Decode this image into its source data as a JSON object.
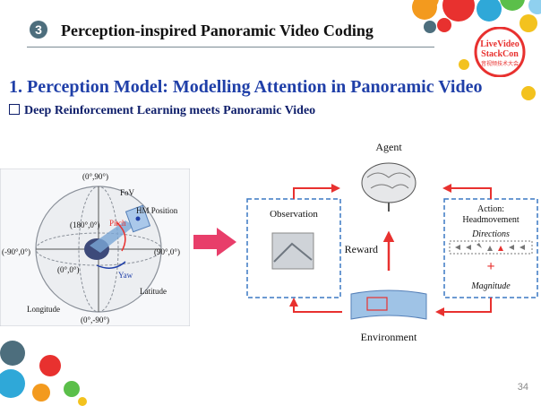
{
  "header": {
    "section_number": "3",
    "section_title": "Perception-inspired Panoramic Video Coding"
  },
  "logo": {
    "line1": "LiveVideo",
    "line2": "StackCon",
    "line3": "音视频技术大会"
  },
  "main_title": "1. Perception Model: Modelling Attention in Panoramic Video",
  "subtitle": "Deep Reinforcement Learning meets Panoramic Video",
  "sphere_figure": {
    "labels": {
      "top": "(0°,90°)",
      "fov": "FoV",
      "hm_position": "HM Position",
      "back": "(180°,0°)",
      "pitch": "Pitch",
      "left": "(-90°,0°)",
      "right": "(90°,0°)",
      "yaw": "Yaw",
      "center": "(0°,0°)",
      "latitude": "Latitude",
      "longitude": "Longitude",
      "bottom": "(0°,-90°)"
    }
  },
  "rl_figure": {
    "agent": "Agent",
    "observation": "Observation",
    "action_line1": "Action:",
    "action_line2": "Headmovement",
    "directions": "Directions",
    "magnitude": "Magnitude",
    "reward": "Reward",
    "environment": "Environment"
  },
  "page_number": "34",
  "colors": {
    "title_blue": "#1f3fa8",
    "subtitle_navy": "#0f1f6b",
    "arrow_red": "#e8312f",
    "dashed_blue": "#3b79c4",
    "pink_arrow": "#e83e6a"
  }
}
